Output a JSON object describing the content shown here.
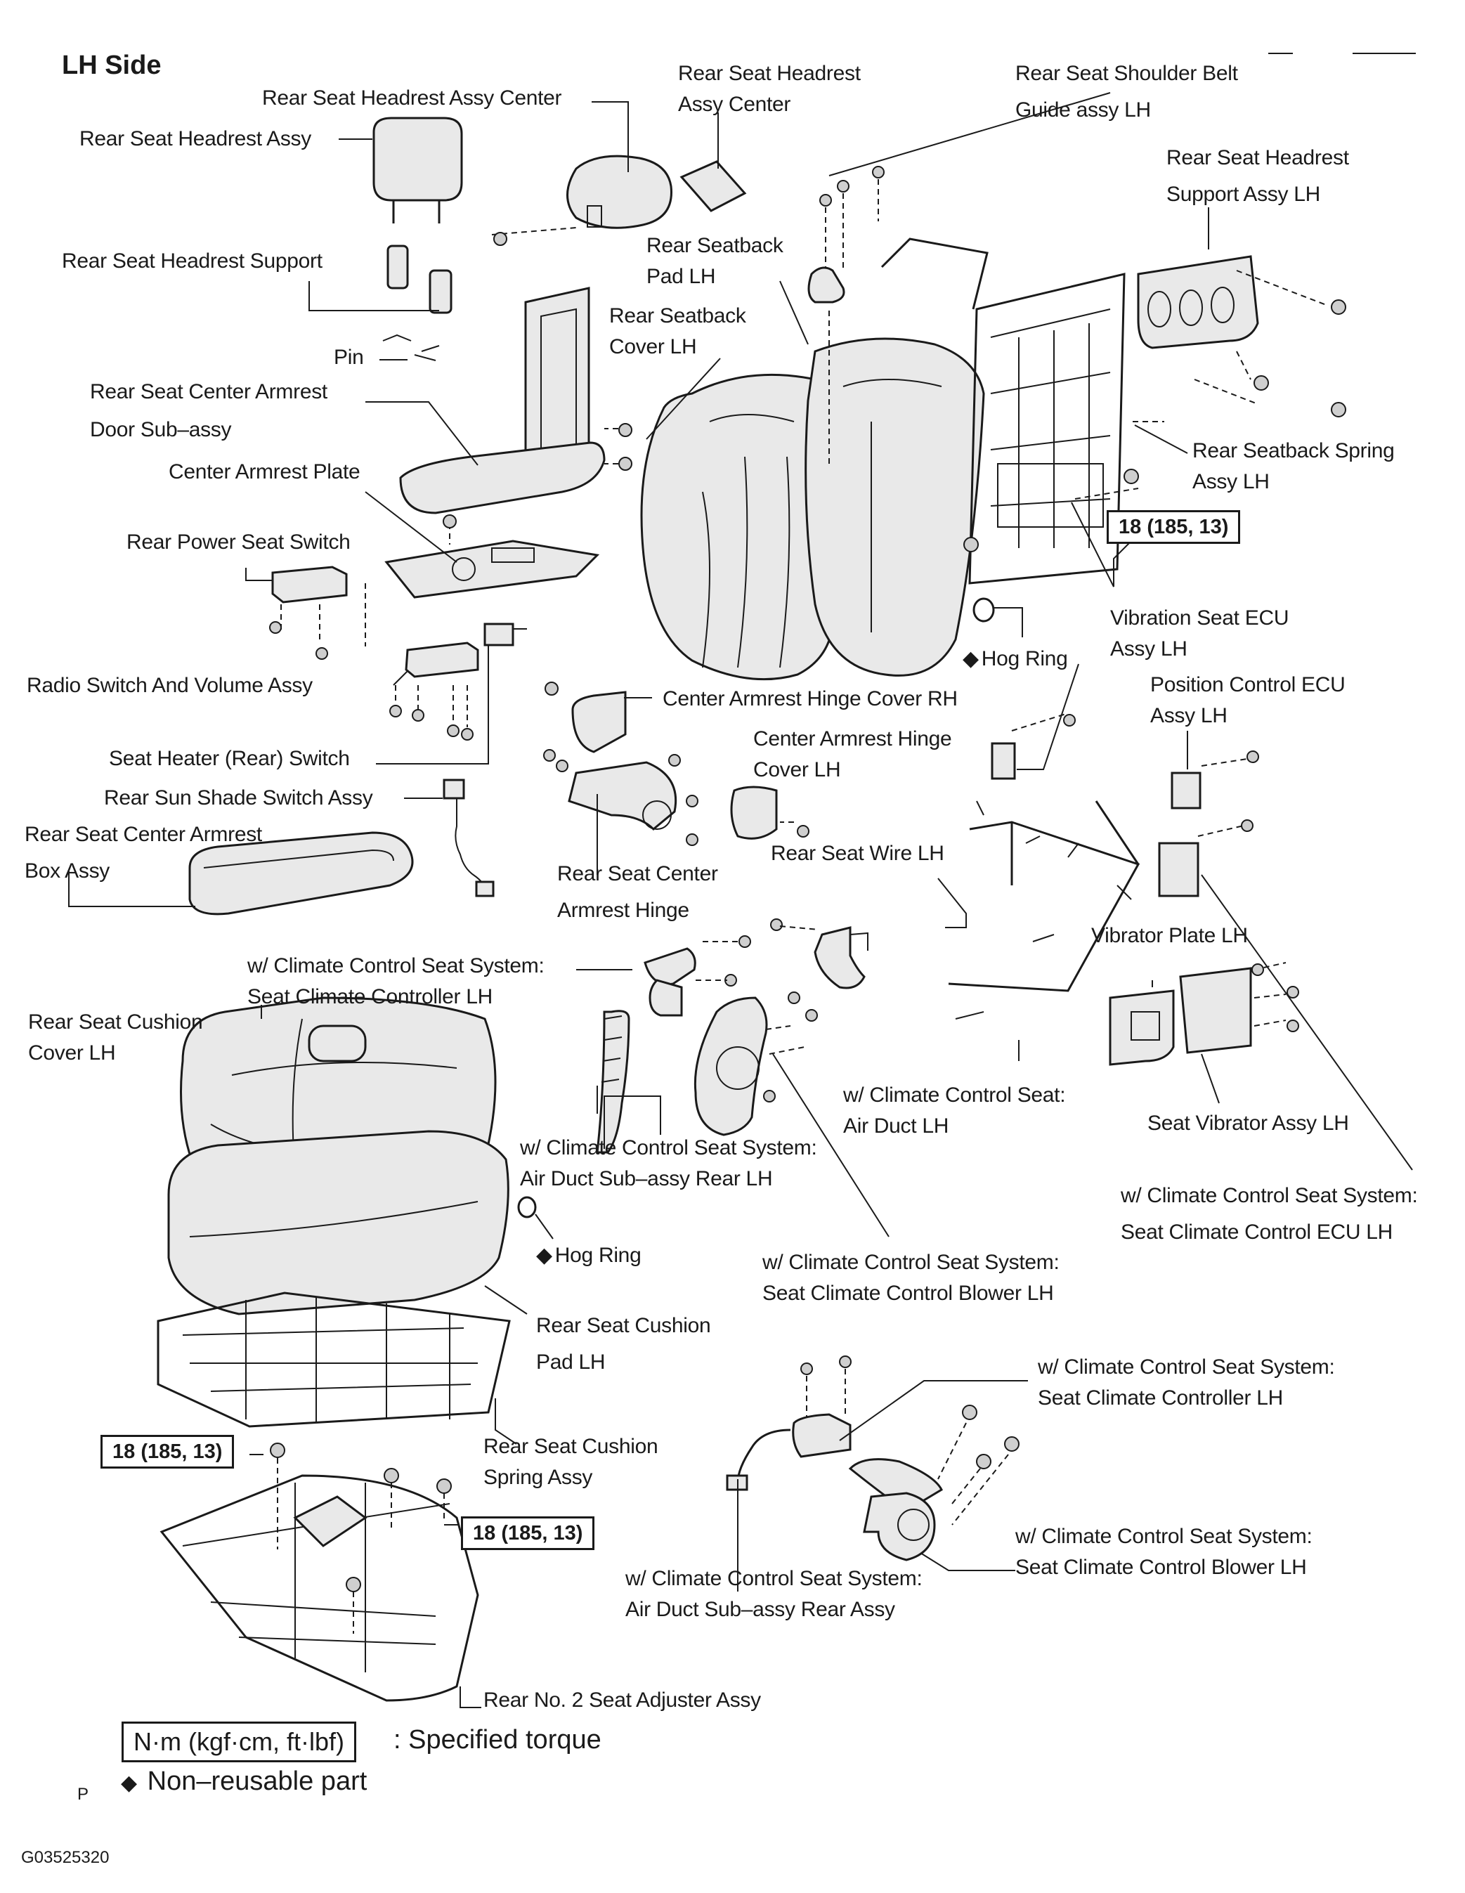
{
  "title": "LH Side",
  "torque_spec": "18 (185, 13)",
  "labels": {
    "headrest_assy_center": "Rear Seat Headrest Assy Center",
    "headrest_assy": "Rear Seat Headrest Assy",
    "headrest_support": "Rear Seat Headrest Support",
    "pin": "Pin",
    "armrest_door_1": "Rear Seat Center Armrest",
    "armrest_door_2": "Door Sub–assy",
    "center_armrest_plate": "Center Armrest Plate",
    "rear_power_seat_switch": "Rear Power Seat Switch",
    "radio_switch": "Radio Switch And Volume Assy",
    "seat_heater_switch": "Seat Heater (Rear) Switch",
    "sun_shade_switch": "Rear Sun Shade Switch Assy",
    "armrest_box_1": "Rear Seat Center Armrest",
    "armrest_box_2": "Box Assy",
    "climate_controller_top_1": "w/ Climate Control Seat System:",
    "climate_controller_top_2": "Seat Climate Controller LH",
    "cushion_cover_1": "Rear Seat Cushion",
    "cushion_cover_2": "Cover LH",
    "headrest_center_right_1": "Rear Seat Headrest",
    "headrest_center_right_2": "Assy Center",
    "seatback_pad_1": "Rear Seatback",
    "seatback_pad_2": "Pad LH",
    "seatback_cover_1": "Rear Seatback",
    "seatback_cover_2": "Cover LH",
    "shoulder_belt_1": "Rear Seat Shoulder Belt",
    "shoulder_belt_2": "Guide assy LH",
    "headrest_support_lh_1": "Rear Seat Headrest",
    "headrest_support_lh_2": "Support Assy LH",
    "seatback_spring_1": "Rear Seatback Spring",
    "seatback_spring_2": "Assy LH",
    "hog_ring": "Hog Ring",
    "vibration_ecu_1": "Vibration Seat ECU",
    "vibration_ecu_2": "Assy LH",
    "position_ecu_1": "Position Control ECU",
    "position_ecu_2": "Assy LH",
    "hinge_cover_rh": "Center Armrest Hinge Cover RH",
    "hinge_cover_lh_1": "Center Armrest Hinge",
    "hinge_cover_lh_2": "Cover LH",
    "rear_seat_wire": "Rear Seat Wire LH",
    "armrest_hinge_1": "Rear Seat Center",
    "armrest_hinge_2": "Armrest Hinge",
    "vibrator_plate": "Vibrator Plate LH",
    "seat_vibrator": "Seat Vibrator Assy LH",
    "air_duct_lh_1": "w/ Climate Control Seat:",
    "air_duct_lh_2": "Air Duct LH",
    "air_duct_rear_lh_1": "w/ Climate Control Seat System:",
    "air_duct_rear_lh_2": "Air Duct Sub–assy Rear LH",
    "climate_ecu_1": "w/ Climate Control Seat System:",
    "climate_ecu_2": "Seat Climate Control ECU LH",
    "blower_mid_1": "w/ Climate Control Seat System:",
    "blower_mid_2": "Seat Climate Control Blower LH",
    "cushion_pad_1": "Rear Seat Cushion",
    "cushion_pad_2": "Pad LH",
    "cushion_spring_1": "Rear Seat Cushion",
    "cushion_spring_2": "Spring Assy",
    "controller_bottom_1": "w/ Climate Control Seat System:",
    "controller_bottom_2": "Seat Climate Controller LH",
    "blower_bottom_1": "w/ Climate Control Seat System:",
    "blower_bottom_2": "Seat Climate Control Blower LH",
    "air_duct_rear_assy_1": "w/ Climate Control Seat System:",
    "air_duct_rear_assy_2": "Air Duct Sub–assy Rear Assy",
    "seat_adjuster": "Rear No. 2 Seat Adjuster Assy"
  },
  "legend": {
    "torque_unit": "N·m (kgf·cm, ft·lbf)",
    "torque_text": ": Specified torque",
    "non_reusable_symbol": "◆",
    "non_reusable_text": "Non–reusable part"
  },
  "footer": {
    "page_letter": "P",
    "figure_code": "G03525320"
  }
}
